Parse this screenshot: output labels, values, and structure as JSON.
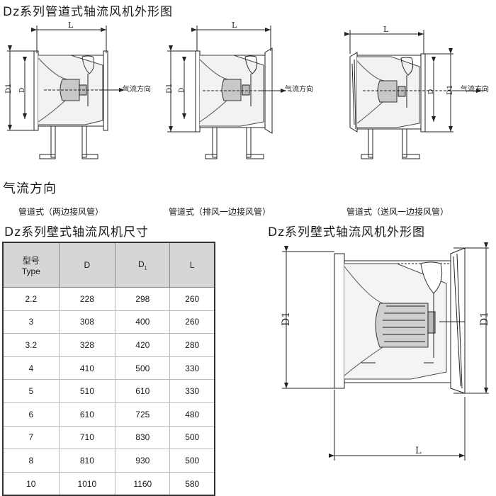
{
  "titles": {
    "top": "Dz系列管道式轴流风机外形图",
    "airflow_heading": "气流方向",
    "size_table": "Dz系列壁式轴流风机尺寸",
    "wall_drawing": "Dz系列壁式轴流风机外形图"
  },
  "captions": [
    "管道式（两边接风管）",
    "管道式（排风一边接风管）",
    "管道式（送风一边接风管）"
  ],
  "drawing_labels": {
    "length": "L",
    "outer_diameter": "D1",
    "inner_diameter": "D",
    "airflow_arrow": "气流方向"
  },
  "table": {
    "headers": {
      "model_cn": "型号",
      "model_en": "Type",
      "d": "D",
      "d1_main": "D",
      "d1_sub": "1",
      "l": "L"
    },
    "rows": [
      [
        "2.2",
        "228",
        "298",
        "260"
      ],
      [
        "3",
        "308",
        "400",
        "260"
      ],
      [
        "3.2",
        "328",
        "420",
        "280"
      ],
      [
        "4",
        "410",
        "500",
        "330"
      ],
      [
        "5",
        "510",
        "610",
        "330"
      ],
      [
        "6",
        "610",
        "725",
        "480"
      ],
      [
        "7",
        "710",
        "830",
        "500"
      ],
      [
        "8",
        "810",
        "930",
        "500"
      ],
      [
        "10",
        "1010",
        "1160",
        "580"
      ]
    ]
  }
}
